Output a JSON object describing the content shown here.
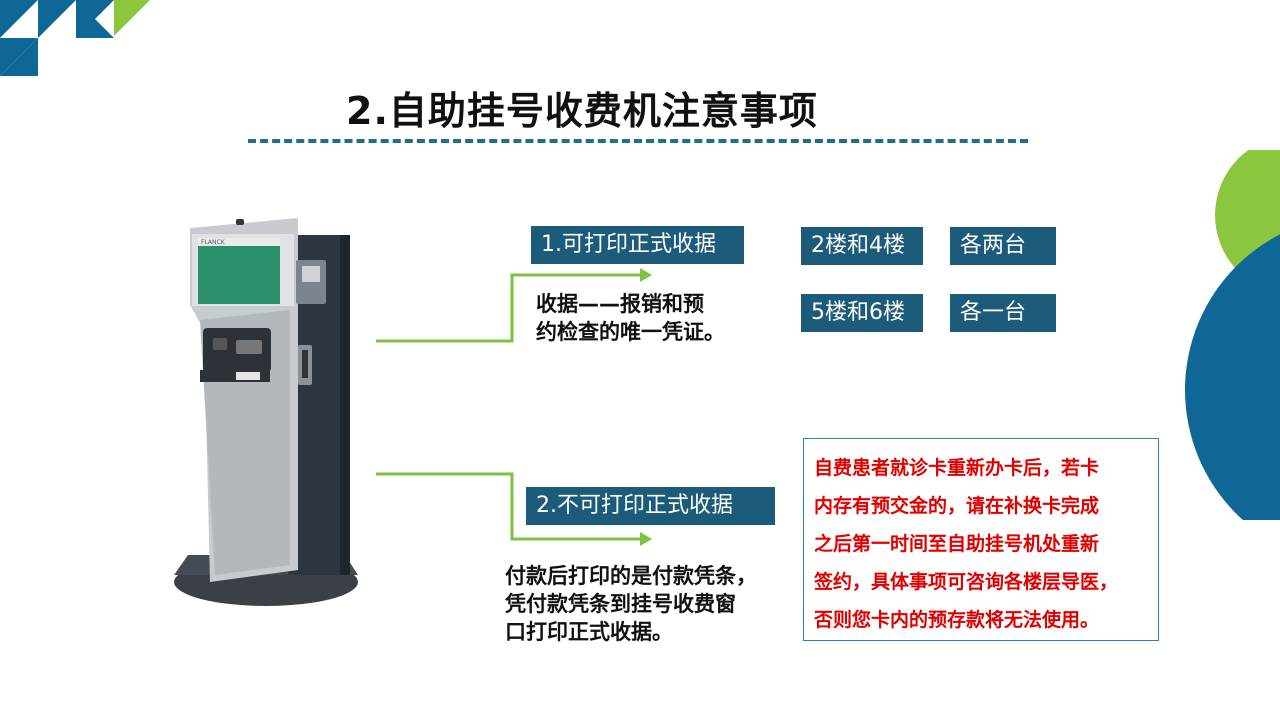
{
  "title": "2.自助挂号收费机注意事项",
  "branch1": {
    "tag": "1.可打印正式收据",
    "desc_line1": "收据——报销和预",
    "desc_line2": "约检查的唯一凭证。"
  },
  "locations": [
    {
      "floors": "2楼和4楼",
      "count": "各两台"
    },
    {
      "floors": "5楼和6楼",
      "count": "各一台"
    }
  ],
  "branch2": {
    "tag": "2.不可打印正式收据",
    "desc_line1": "付款后打印的是付款凭条，",
    "desc_line2": "凭付款凭条到挂号收费窗",
    "desc_line3": "口打印正式收据。"
  },
  "notice": {
    "line1": "自费患者就诊卡重新办卡后，若卡",
    "line2": "内存有预交金的，请在补换卡完成",
    "line3": "之后第一时间至自助挂号机处重新",
    "line4": "签约，具体事项可咨询各楼层导医，",
    "line5": "否则您卡内的预存款将无法使用。"
  },
  "kiosk": {
    "brand": "FLANCK"
  },
  "colors": {
    "accent_blue": "#1c5b7a",
    "accent_green": "#7dc242",
    "notice_red": "#e00000",
    "circle_blue": "#0f6796",
    "circle_green": "#8cc63f"
  }
}
